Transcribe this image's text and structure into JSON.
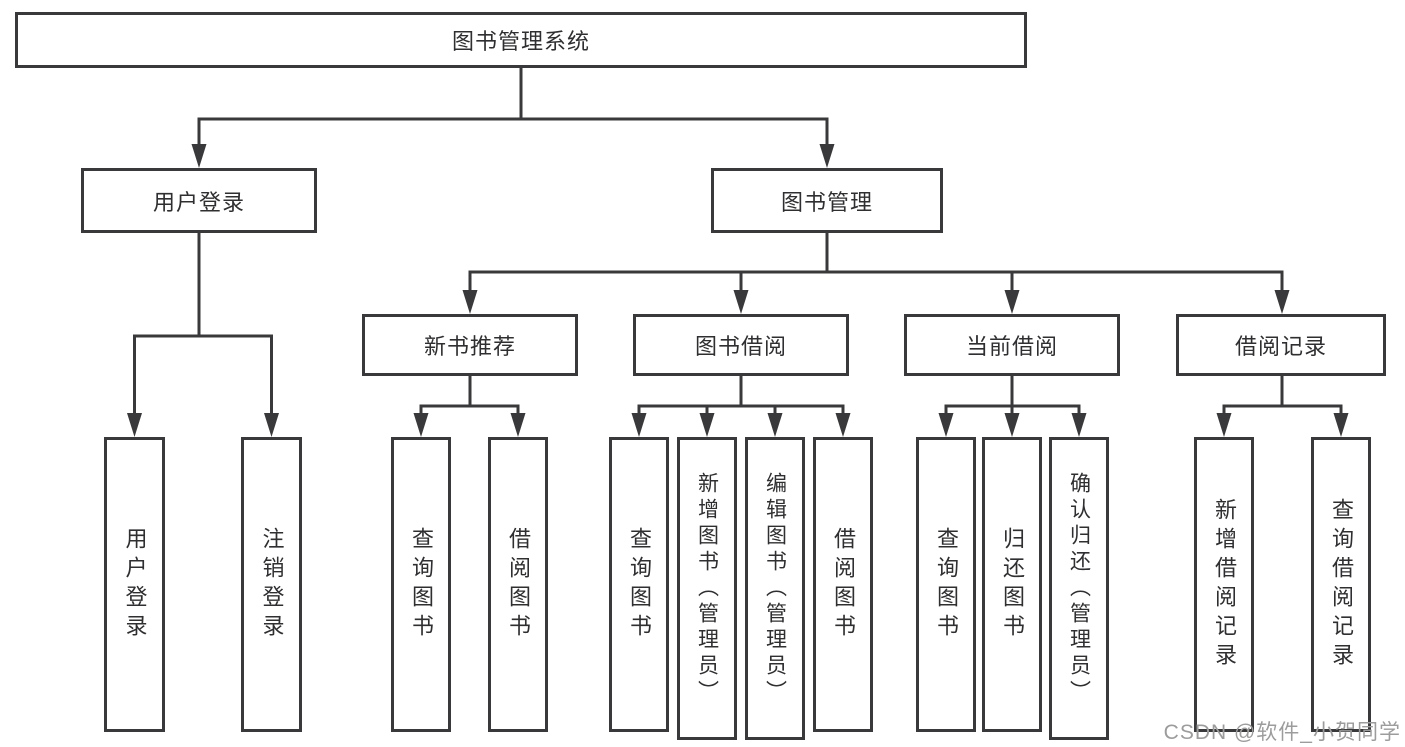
{
  "nodes": {
    "root": "图书管理系统",
    "user_login": "用户登录",
    "book_mgmt": "图书管理",
    "new_book_rec": "新书推荐",
    "book_borrow": "图书借阅",
    "current_borrow": "当前借阅",
    "borrow_records": "借阅记录",
    "leaf_user_login": "用户登录",
    "leaf_logout": "注销登录",
    "leaf_nb_query": "查询图书",
    "leaf_nb_borrow": "借阅图书",
    "leaf_bb_query": "查询图书",
    "leaf_bb_add": "新增图书（管理员）",
    "leaf_bb_edit": "编辑图书（管理员）",
    "leaf_bb_borrow": "借阅图书",
    "leaf_cb_query": "查询图书",
    "leaf_cb_return": "归还图书",
    "leaf_cb_confirm": "确认归还（管理员）",
    "leaf_br_add": "新增借阅记录",
    "leaf_br_query": "查询借阅记录"
  },
  "watermark": "CSDN @软件_小贺同学",
  "colors": {
    "border": "#39393b",
    "line": "#39393b",
    "text": "#2f2f31",
    "watermark": "#9c9c9c",
    "background": "#ffffff"
  }
}
